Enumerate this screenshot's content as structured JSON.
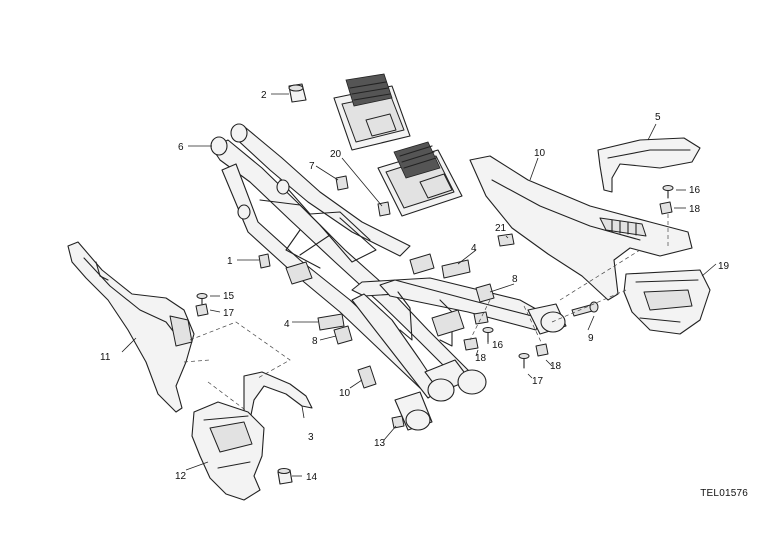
{
  "drawing_code": "TEL01576",
  "callouts": [
    {
      "id": "c1",
      "text": "1"
    },
    {
      "id": "c2",
      "text": "2"
    },
    {
      "id": "c3",
      "text": "3"
    },
    {
      "id": "c4a",
      "text": "4"
    },
    {
      "id": "c4b",
      "text": "4"
    },
    {
      "id": "c5",
      "text": "5"
    },
    {
      "id": "c6",
      "text": "6"
    },
    {
      "id": "c7",
      "text": "7"
    },
    {
      "id": "c8a",
      "text": "8"
    },
    {
      "id": "c8b",
      "text": "8"
    },
    {
      "id": "c9",
      "text": "9"
    },
    {
      "id": "c10",
      "text": "10"
    },
    {
      "id": "c11",
      "text": "11"
    },
    {
      "id": "c12",
      "text": "12"
    },
    {
      "id": "c13",
      "text": "13"
    },
    {
      "id": "c14",
      "text": "14"
    },
    {
      "id": "c15",
      "text": "15"
    },
    {
      "id": "c16a",
      "text": "16"
    },
    {
      "id": "c16b",
      "text": "16"
    },
    {
      "id": "c17a",
      "text": "17"
    },
    {
      "id": "c17b",
      "text": "17"
    },
    {
      "id": "c18a",
      "text": "18"
    },
    {
      "id": "c18b",
      "text": "18"
    },
    {
      "id": "c18c",
      "text": "18"
    },
    {
      "id": "c18d",
      "text": "18"
    },
    {
      "id": "c19",
      "text": "19"
    },
    {
      "id": "c20",
      "text": "20"
    },
    {
      "id": "c21",
      "text": "21"
    }
  ]
}
